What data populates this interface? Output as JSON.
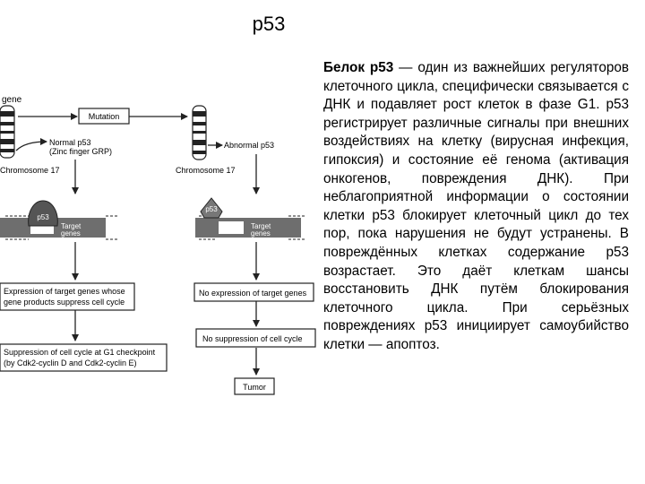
{
  "slide": {
    "title": "p53",
    "paragraph_bold": "Белок p53",
    "paragraph_rest": " — один из важнейших регуляторов клеточного цикла, специфически связывается с ДНК и подавляет рост клеток в фазе G1. р53 регистрирует различные сигналы при внешних воздействиях на клетку (вирусная инфекция, гипоксия) и состояние её генома (активация онкогенов, повреждения ДНК). При неблагоприятной информации о состоянии клетки р53 блокирует клеточный цикл до тех пор, пока нарушения не будут устранены. В повреждённых клетках содержание р53 возрастает. Это даёт клеткам шансы восстановить ДНК путём блокирования клеточного цикла. При серьёзных повреждениях р53 инициирует самоубийство клетки — апоптоз."
  },
  "diagram": {
    "gene_label": "gene",
    "mutation": "Mutation",
    "normal_p53_line1": "Normal p53",
    "normal_p53_line2": "(Zinc finger GRP)",
    "abnormal_p53": "Abnormal p53",
    "chromosome_left": "Chromosome 17",
    "chromosome_right": "Chromosome 17",
    "blob_left": "p53",
    "blob_right": "p53",
    "target_left_line1": "Target",
    "target_left_line2": "genes",
    "target_right_line1": "Target",
    "target_right_line2": "genes",
    "expression_line1": "Expression of target genes whose",
    "expression_line2": "gene products suppress cell cycle",
    "no_expression": "No expression of target genes",
    "suppression_line1": "Suppression of cell cycle at G1 checkpoint",
    "suppression_line2": "(by Cdk2-cyclin D and Cdk2-cyclin E)",
    "no_suppression": "No suppression of cell cycle",
    "tumor": "Tumor"
  }
}
